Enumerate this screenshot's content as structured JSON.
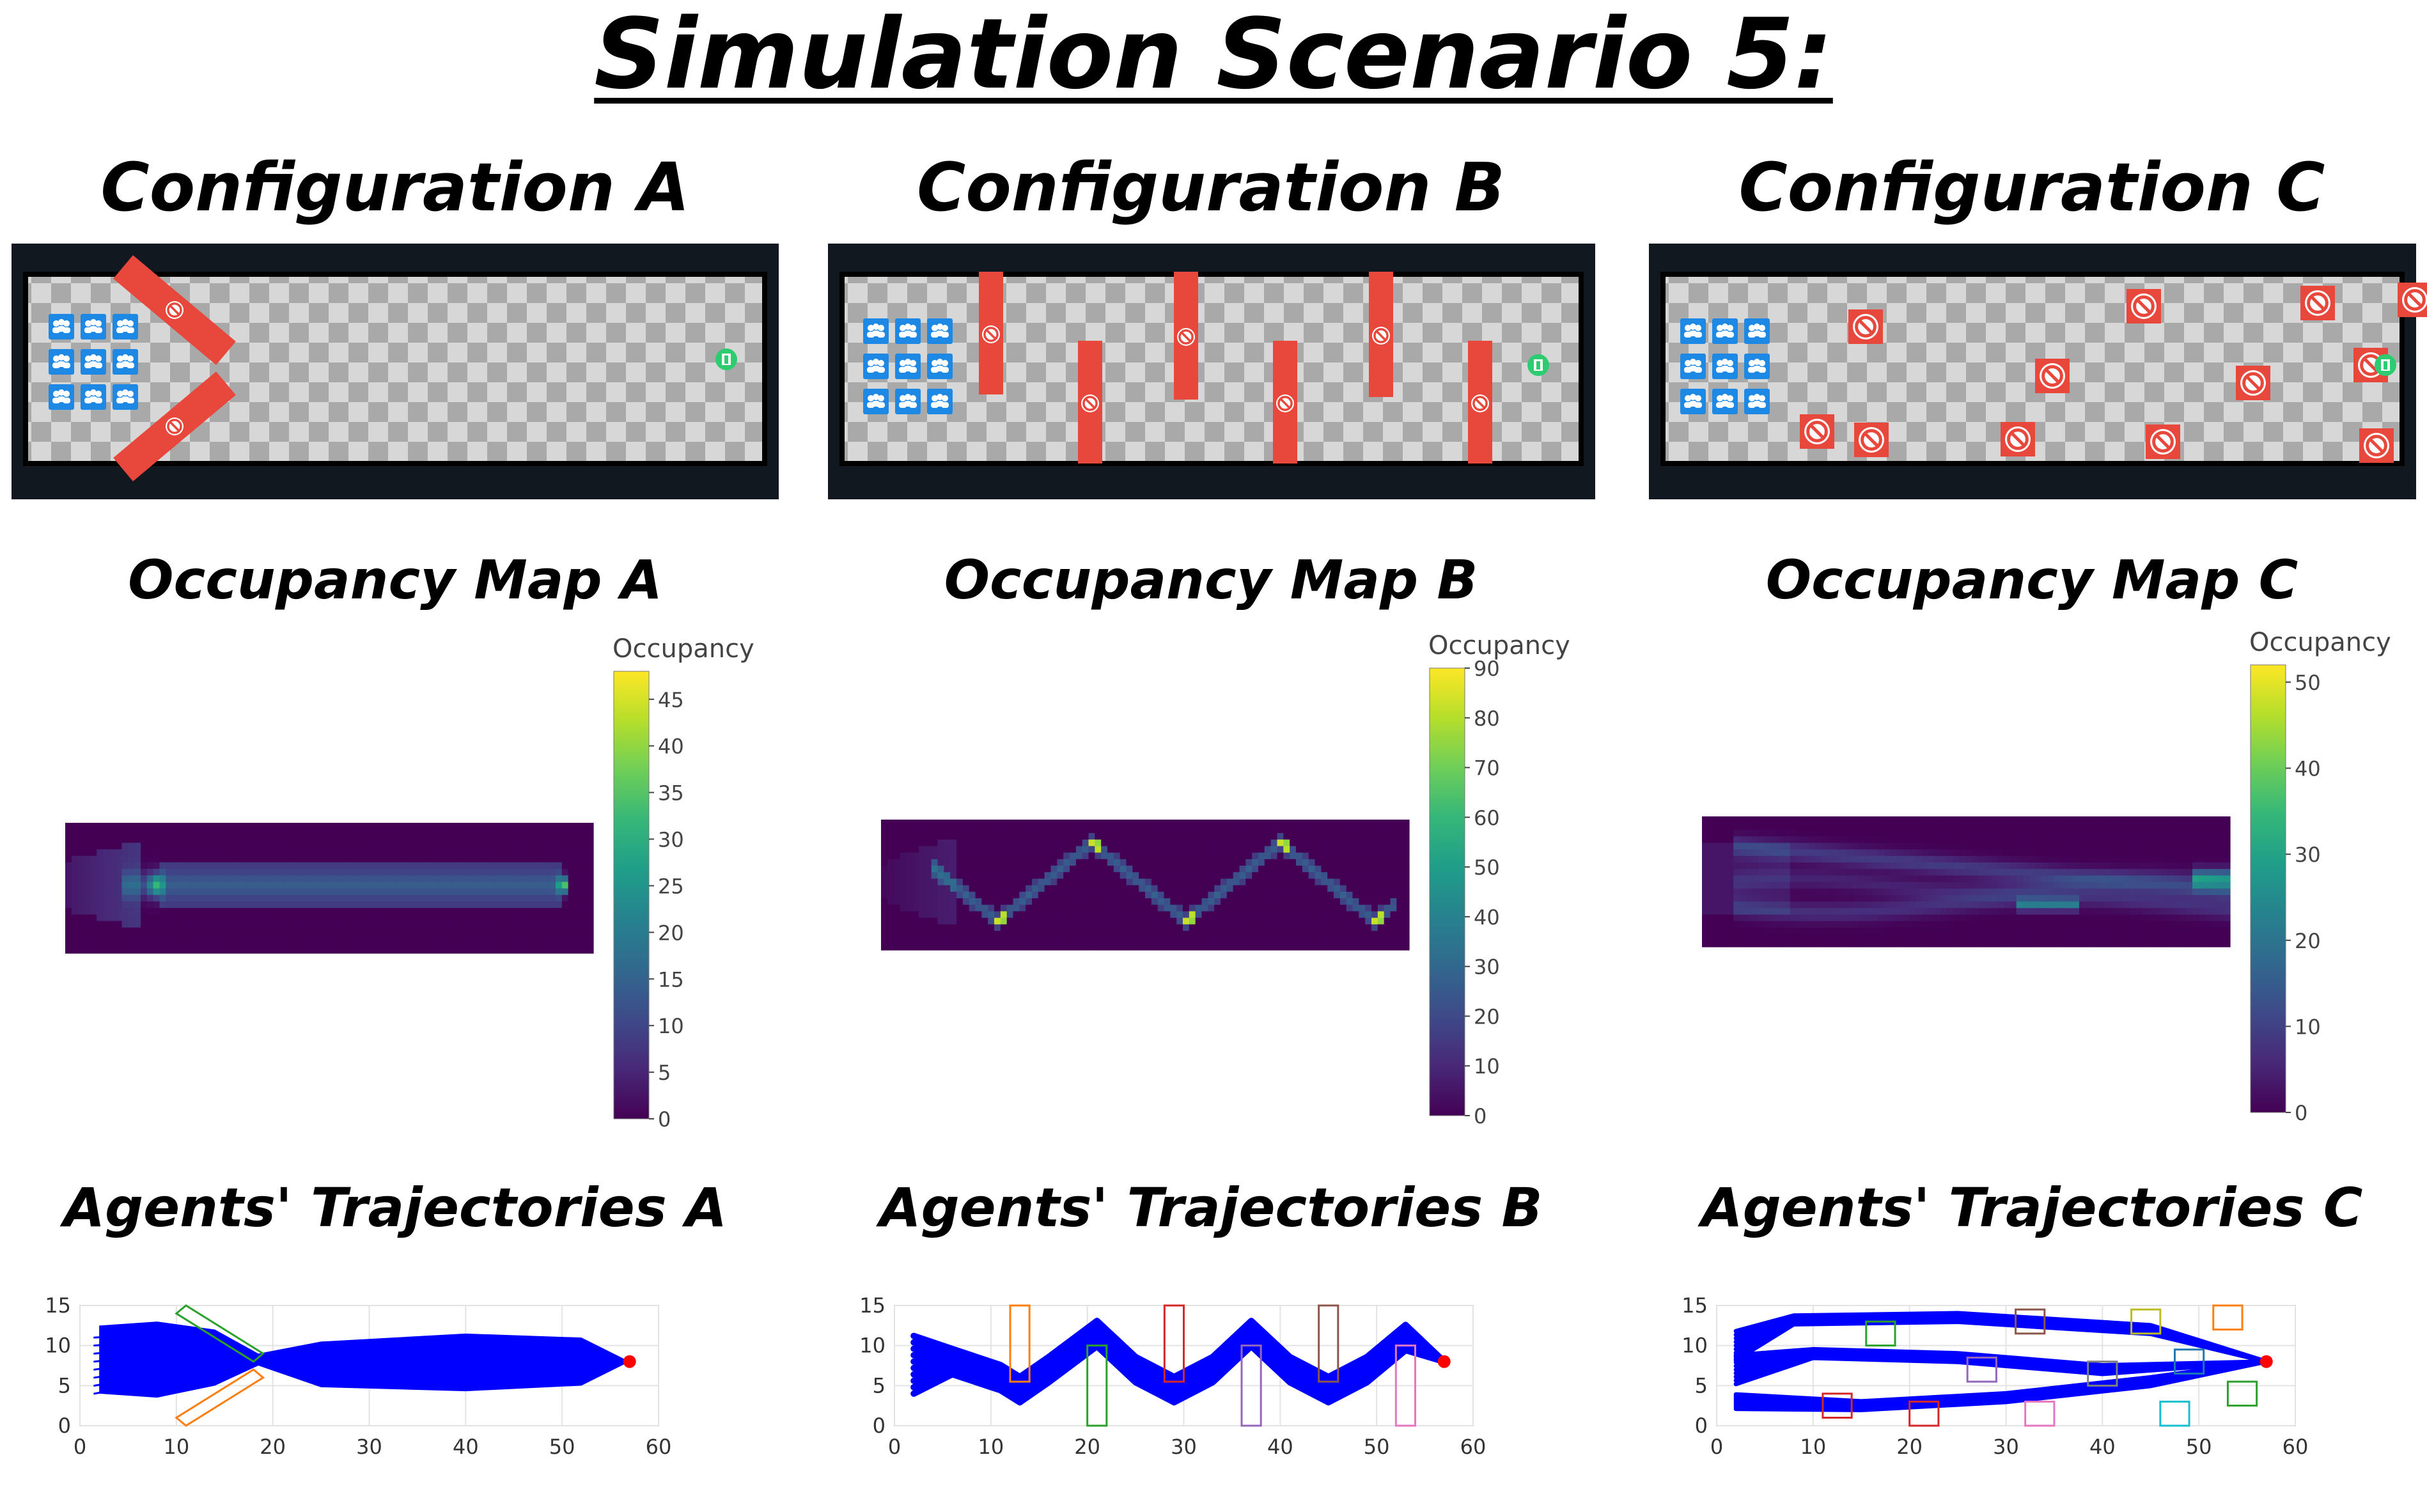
{
  "title": "Simulation Scenario 5:",
  "panels": [
    {
      "config_title": "Configuration A",
      "map_title": "Occupancy Map A",
      "traj_title": "Agents' Trajectories A"
    },
    {
      "config_title": "Configuration B",
      "map_title": "Occupancy Map B",
      "traj_title": "Agents' Trajectories B"
    },
    {
      "config_title": "Configuration C",
      "map_title": "Occupancy Map C",
      "traj_title": "Agents' Trajectories C"
    }
  ],
  "icons": {
    "agent": "crowd-icon",
    "obstacle": "no-entry-icon",
    "exit": "exit-door-icon"
  },
  "colors": {
    "frame": "#111820",
    "obstacle": "#e8473c",
    "agent": "#1e88e5",
    "exit": "#2ecc71",
    "trajectory": "#0000ff",
    "goal": "#ff0000"
  },
  "chart_data": [
    {
      "type": "heatmap",
      "panel": "A",
      "colorscale": "viridis",
      "colorbar_title": "Occupancy",
      "zlim": [
        0,
        48
      ],
      "colorbar_ticks": [
        0,
        5,
        10,
        15,
        20,
        25,
        30,
        35,
        40,
        45
      ],
      "pattern": "funnel"
    },
    {
      "type": "heatmap",
      "panel": "B",
      "colorscale": "viridis",
      "colorbar_title": "Occupancy",
      "zlim": [
        0,
        90
      ],
      "colorbar_ticks": [
        0,
        10,
        20,
        30,
        40,
        50,
        60,
        70,
        80,
        90
      ],
      "pattern": "zigzag"
    },
    {
      "type": "heatmap",
      "panel": "C",
      "colorscale": "viridis",
      "colorbar_title": "Occupancy",
      "zlim": [
        0,
        52
      ],
      "colorbar_ticks": [
        0,
        10,
        20,
        30,
        40,
        50
      ],
      "pattern": "loop"
    },
    {
      "type": "line",
      "panel": "A",
      "xlim": [
        0,
        60
      ],
      "ylim": [
        0,
        15
      ],
      "xticks": [
        0,
        10,
        20,
        30,
        40,
        50,
        60
      ],
      "yticks": [
        0,
        5,
        10,
        15
      ],
      "goal": [
        57,
        8
      ],
      "obstacles": [
        {
          "color": "#2ca02c",
          "points": [
            [
              10,
              14
            ],
            [
              11,
              15
            ],
            [
              19,
              9
            ],
            [
              18,
              8
            ]
          ]
        },
        {
          "color": "#ff7f0e",
          "points": [
            [
              10,
              1
            ],
            [
              11,
              0
            ],
            [
              19,
              6
            ],
            [
              18,
              7
            ]
          ]
        }
      ]
    },
    {
      "type": "line",
      "panel": "B",
      "xlim": [
        0,
        60
      ],
      "ylim": [
        0,
        15
      ],
      "xticks": [
        0,
        10,
        20,
        30,
        40,
        50,
        60
      ],
      "yticks": [
        0,
        5,
        10,
        15
      ],
      "goal": [
        57,
        8
      ],
      "obstacles": [
        {
          "color": "#ff7f0e",
          "points": [
            [
              12,
              15
            ],
            [
              12,
              5.5
            ],
            [
              14,
              5.5
            ],
            [
              14,
              15
            ]
          ]
        },
        {
          "color": "#2ca02c",
          "points": [
            [
              20,
              0
            ],
            [
              20,
              10
            ],
            [
              22,
              10
            ],
            [
              22,
              0
            ]
          ]
        },
        {
          "color": "#d62728",
          "points": [
            [
              28,
              15
            ],
            [
              28,
              5.5
            ],
            [
              30,
              5.5
            ],
            [
              30,
              15
            ]
          ]
        },
        {
          "color": "#9467bd",
          "points": [
            [
              36,
              0
            ],
            [
              36,
              10
            ],
            [
              38,
              10
            ],
            [
              38,
              0
            ]
          ]
        },
        {
          "color": "#8c564b",
          "points": [
            [
              44,
              15
            ],
            [
              44,
              5.5
            ],
            [
              46,
              5.5
            ],
            [
              46,
              15
            ]
          ]
        },
        {
          "color": "#e377c2",
          "points": [
            [
              52,
              0
            ],
            [
              52,
              10
            ],
            [
              54,
              10
            ],
            [
              54,
              0
            ]
          ]
        }
      ]
    },
    {
      "type": "line",
      "panel": "C",
      "xlim": [
        0,
        60
      ],
      "ylim": [
        0,
        15
      ],
      "xticks": [
        0,
        10,
        20,
        30,
        40,
        50,
        60
      ],
      "yticks": [
        0,
        5,
        10,
        15
      ],
      "goal": [
        57,
        8
      ],
      "obstacles": [
        {
          "color": "#d62728",
          "points": [
            [
              11,
              1
            ],
            [
              14,
              1
            ],
            [
              14,
              4
            ],
            [
              11,
              4
            ]
          ]
        },
        {
          "color": "#2ca02c",
          "points": [
            [
              15.5,
              10
            ],
            [
              18.5,
              10
            ],
            [
              18.5,
              13
            ],
            [
              15.5,
              13
            ]
          ]
        },
        {
          "color": "#d62728",
          "points": [
            [
              20,
              0
            ],
            [
              23,
              0
            ],
            [
              23,
              3
            ],
            [
              20,
              3
            ]
          ]
        },
        {
          "color": "#9467bd",
          "points": [
            [
              26,
              5.5
            ],
            [
              29,
              5.5
            ],
            [
              29,
              8.5
            ],
            [
              26,
              8.5
            ]
          ]
        },
        {
          "color": "#8c564b",
          "points": [
            [
              31,
              11.5
            ],
            [
              34,
              11.5
            ],
            [
              34,
              14.5
            ],
            [
              31,
              14.5
            ]
          ]
        },
        {
          "color": "#e377c2",
          "points": [
            [
              32,
              0
            ],
            [
              35,
              0
            ],
            [
              35,
              3
            ],
            [
              32,
              3
            ]
          ]
        },
        {
          "color": "#7f7f7f",
          "points": [
            [
              38.5,
              5
            ],
            [
              41.5,
              5
            ],
            [
              41.5,
              8
            ],
            [
              38.5,
              8
            ]
          ]
        },
        {
          "color": "#bcbd22",
          "points": [
            [
              43,
              11.5
            ],
            [
              46,
              11.5
            ],
            [
              46,
              14.5
            ],
            [
              43,
              14.5
            ]
          ]
        },
        {
          "color": "#17becf",
          "points": [
            [
              46,
              0
            ],
            [
              49,
              0
            ],
            [
              49,
              3
            ],
            [
              46,
              3
            ]
          ]
        },
        {
          "color": "#1f77b4",
          "points": [
            [
              47.5,
              6.5
            ],
            [
              50.5,
              6.5
            ],
            [
              50.5,
              9.5
            ],
            [
              47.5,
              9.5
            ]
          ]
        },
        {
          "color": "#ff7f0e",
          "points": [
            [
              51.5,
              12
            ],
            [
              54.5,
              12
            ],
            [
              54.5,
              15
            ],
            [
              51.5,
              15
            ]
          ]
        },
        {
          "color": "#2ca02c",
          "points": [
            [
              53,
              2.5
            ],
            [
              56,
              2.5
            ],
            [
              56,
              5.5
            ],
            [
              53,
              5.5
            ]
          ]
        }
      ]
    }
  ]
}
